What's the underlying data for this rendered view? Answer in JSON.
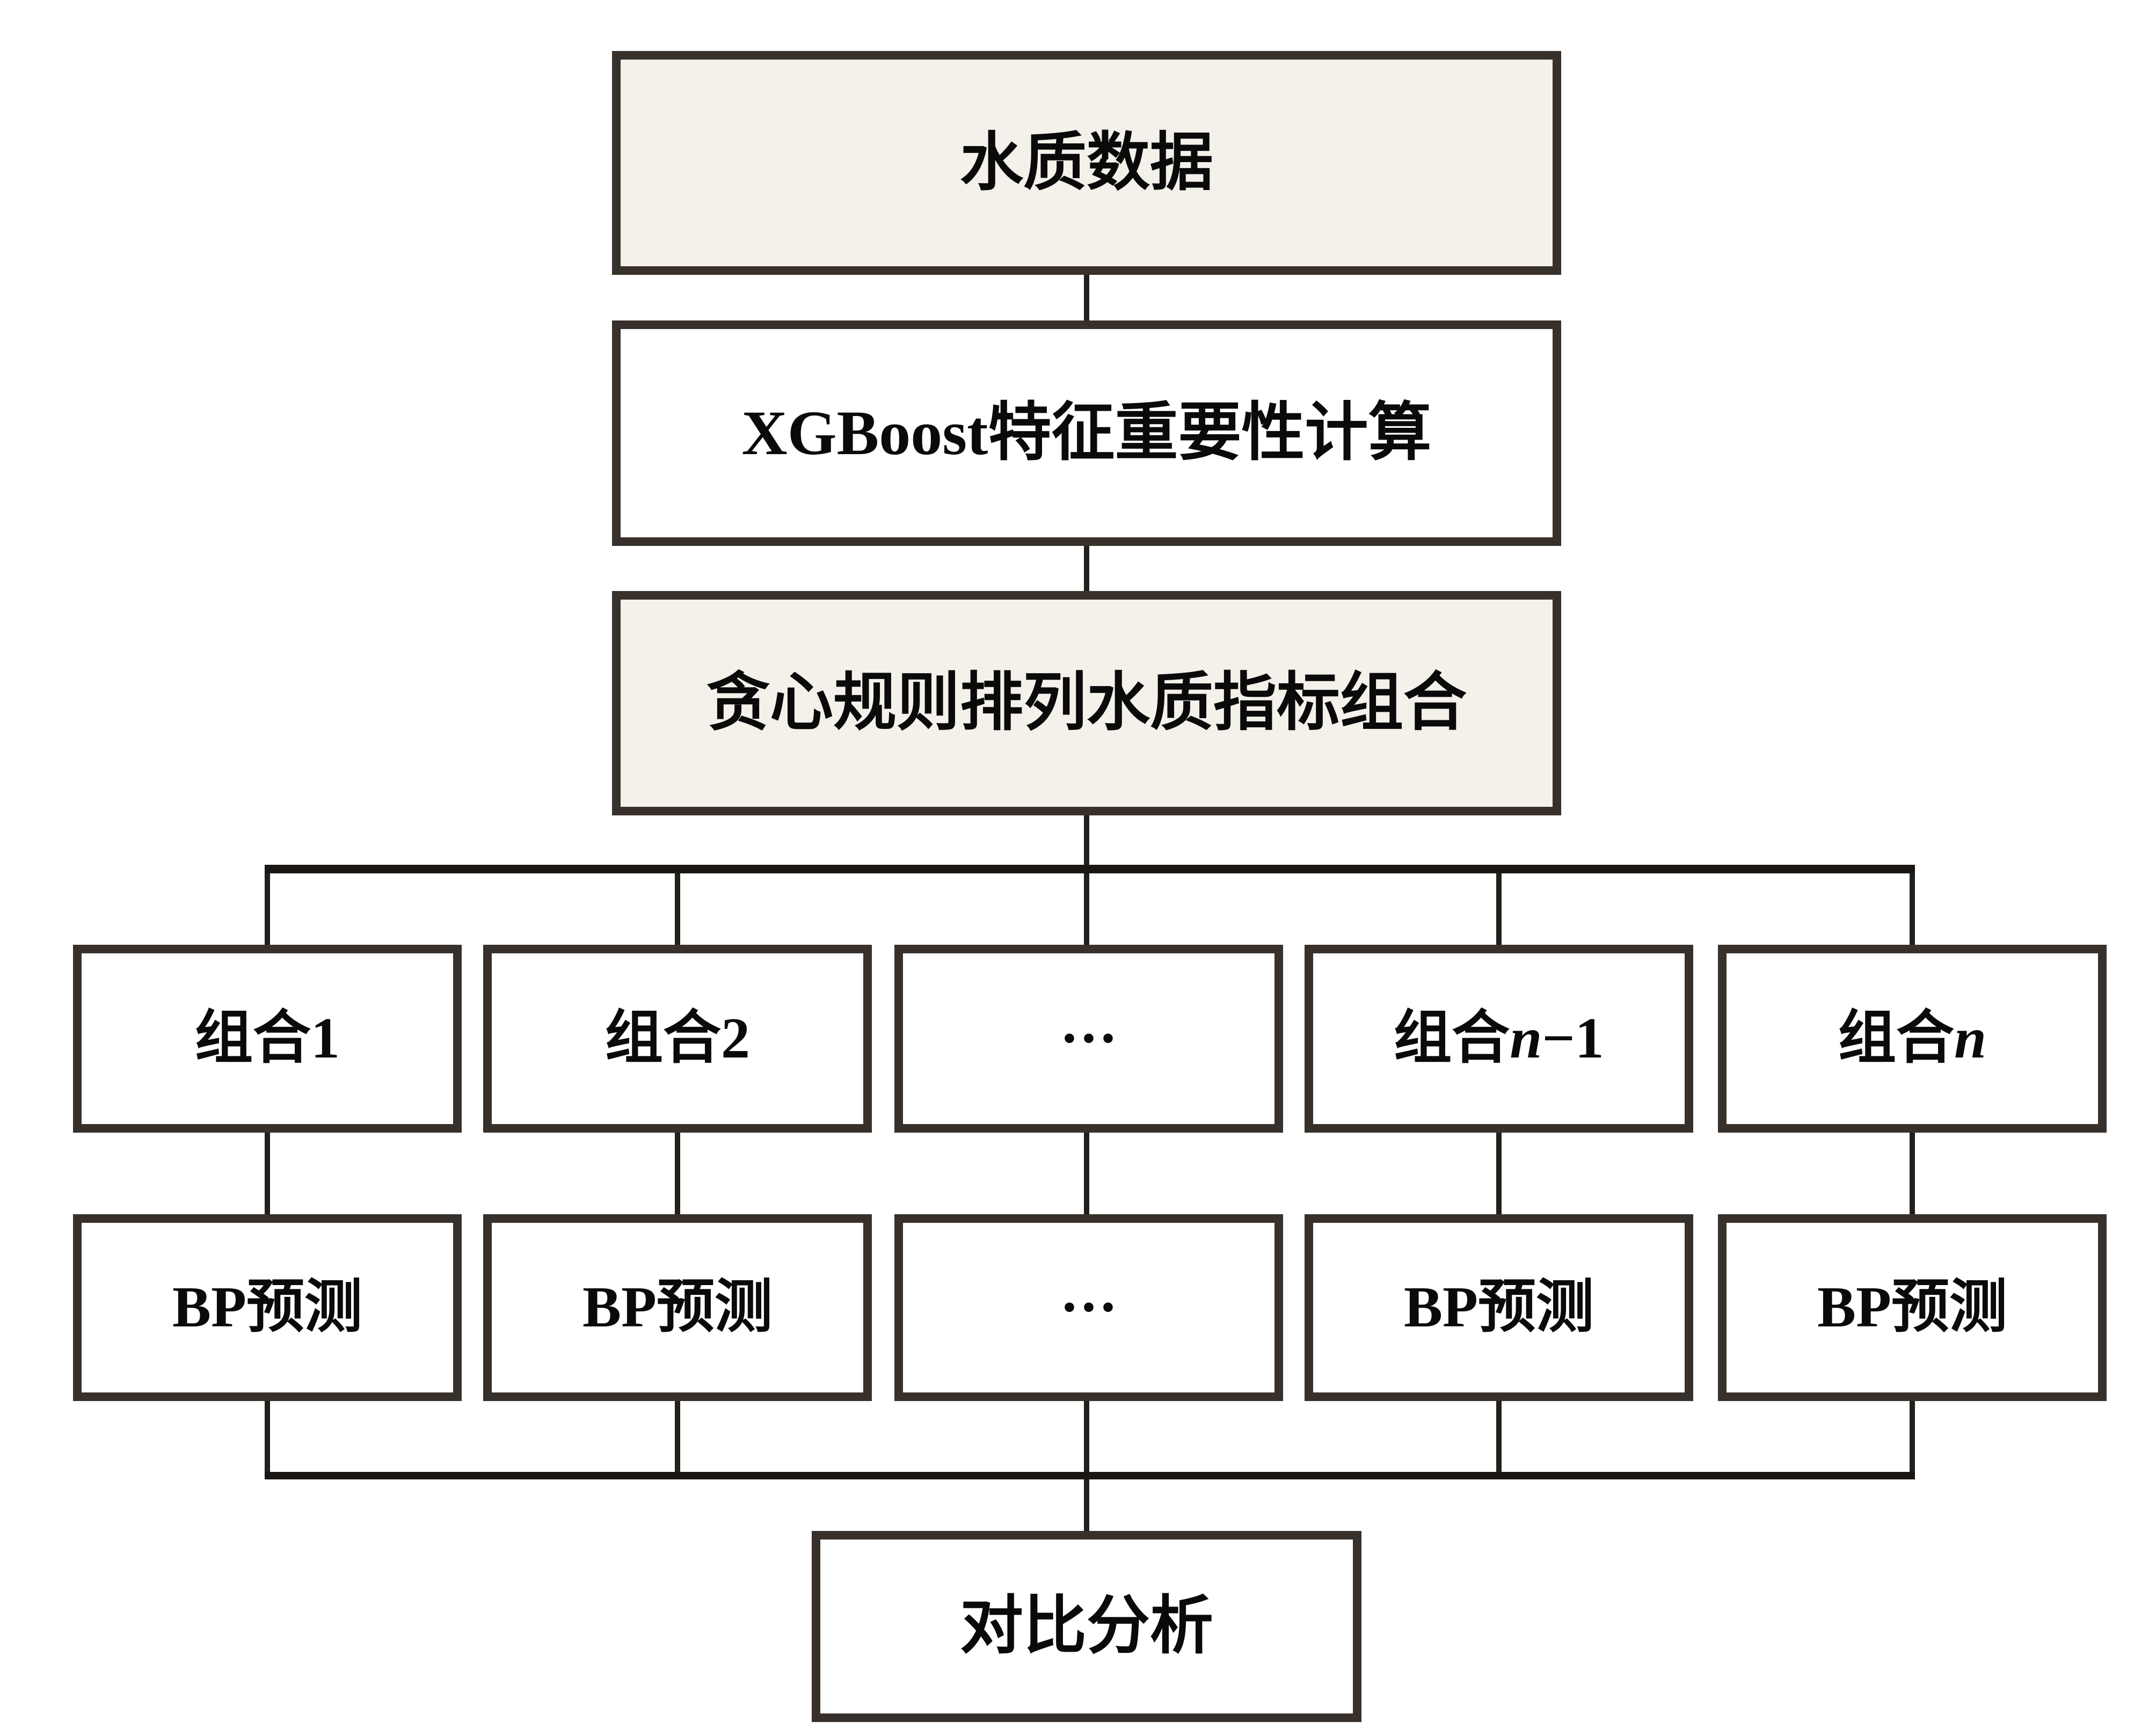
{
  "colors": {
    "background": "#ffffff",
    "box_border": "#38312b",
    "box_fill_beige": "#f4f0ea",
    "box_fill_white": "#ffffff",
    "connector": "#231f1b",
    "bus_line": "#191613",
    "text": "#0a0a0a"
  },
  "flowchart": {
    "top_box": {
      "label": "水质数据"
    },
    "xgboost_box": {
      "label": "XGBoost特征重要性计算"
    },
    "greedy_box": {
      "label": "贪心规则排列水质指标组合"
    },
    "combo_row": [
      {
        "pre": "组合",
        "it": "",
        "post": "1"
      },
      {
        "pre": "组合",
        "it": "",
        "post": "2"
      },
      {
        "pre": "···",
        "it": "",
        "post": ""
      },
      {
        "pre": "组合",
        "it": "n",
        "post": "−1"
      },
      {
        "pre": "组合",
        "it": "n",
        "post": ""
      }
    ],
    "bp_row": [
      {
        "label": "BP预测"
      },
      {
        "label": "BP预测"
      },
      {
        "label": "···"
      },
      {
        "label": "BP预测"
      },
      {
        "label": "BP预测"
      }
    ],
    "bottom_box": {
      "label": "对比分析"
    }
  }
}
